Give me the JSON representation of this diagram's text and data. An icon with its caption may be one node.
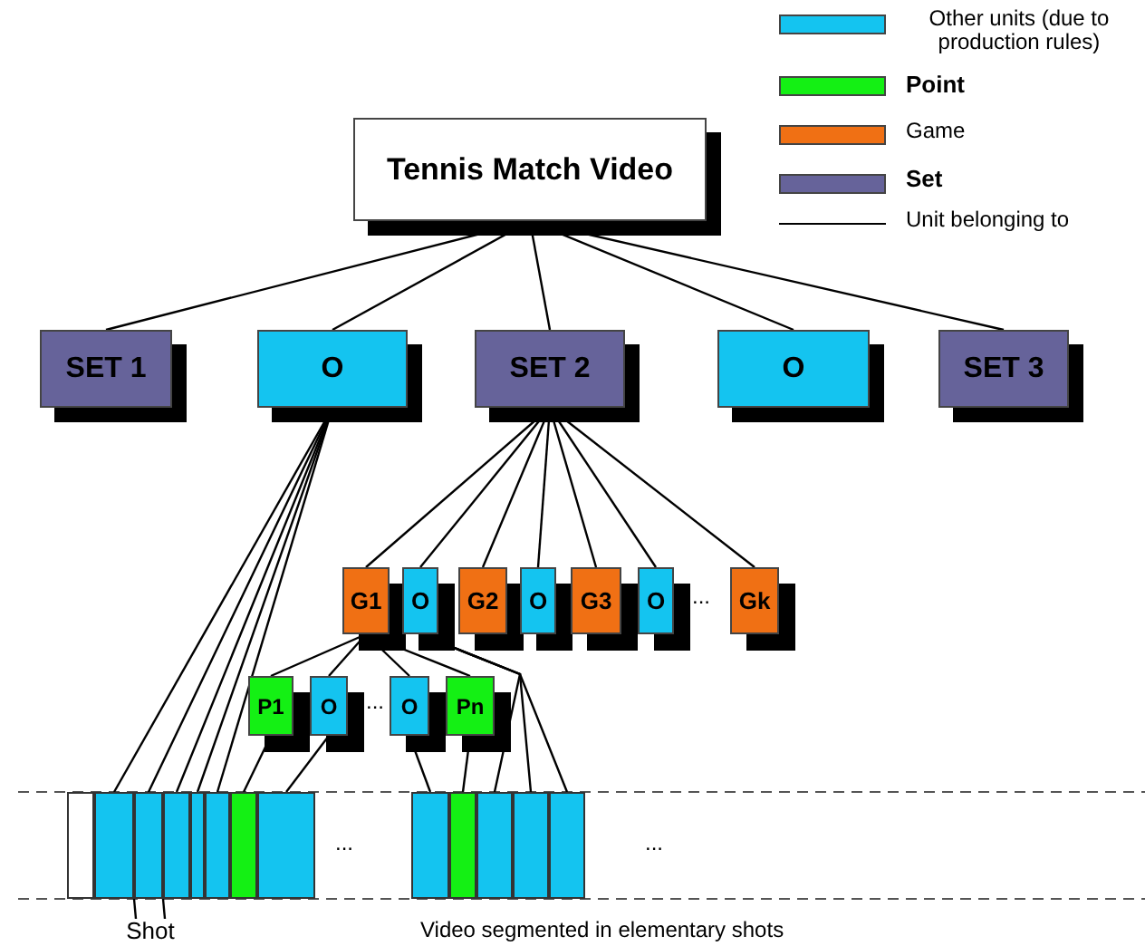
{
  "diagram": {
    "nodes": [
      {
        "text": [
          "Tennis Match Video"
        ]
      },
      {
        "text": [
          "SET 1"
        ]
      },
      {
        "text": [
          "O"
        ]
      },
      {
        "text": [
          "SET 2"
        ]
      },
      {
        "text": [
          "O"
        ]
      },
      {
        "text": [
          "SET 3"
        ]
      },
      {
        "text": [
          "G1"
        ]
      },
      {
        "text": [
          "O"
        ]
      },
      {
        "text": [
          "G2"
        ]
      },
      {
        "text": [
          "O"
        ]
      },
      {
        "text": [
          "G3"
        ]
      },
      {
        "text": [
          "O"
        ]
      },
      {
        "text": [
          "Gk"
        ]
      },
      {
        "text": [
          "P1"
        ]
      },
      {
        "text": [
          "O"
        ]
      },
      {
        "text": [
          "O"
        ]
      },
      {
        "text": [
          "Pn"
        ]
      },
      {
        "text": [],
        "shape": "box"
      },
      {
        "text": [],
        "shape": "box"
      },
      {
        "text": [],
        "shape": "box"
      },
      {
        "text": [],
        "shape": "box"
      },
      {
        "text": [],
        "shape": "box"
      },
      {
        "text": [],
        "shape": "box"
      },
      {
        "text": [],
        "shape": "box"
      },
      {
        "text": [],
        "shape": "box"
      },
      {
        "text": [],
        "shape": "box"
      },
      {
        "text": [],
        "shape": "box"
      },
      {
        "text": [],
        "shape": "box"
      },
      {
        "text": [],
        "shape": "box"
      },
      {
        "text": [],
        "shape": "box"
      },
      {
        "text": [
          "Shot"
        ]
      }
    ],
    "edges": [
      {
        "from": 0,
        "to": 1,
        "arrow": "none"
      },
      {
        "from": 0,
        "to": 2,
        "arrow": "none"
      },
      {
        "from": 0,
        "to": 3,
        "arrow": "none"
      },
      {
        "from": 0,
        "to": 4,
        "arrow": "none"
      },
      {
        "from": 0,
        "to": 5,
        "arrow": "none"
      },
      {
        "from": 2,
        "to": 18,
        "arrow": "none"
      },
      {
        "from": 2,
        "to": 19,
        "arrow": "none"
      },
      {
        "from": 2,
        "to": 20,
        "arrow": "none"
      },
      {
        "from": 2,
        "to": 21,
        "arrow": "none"
      },
      {
        "from": 2,
        "to": 22,
        "arrow": "none"
      },
      {
        "from": 13,
        "to": 23,
        "arrow": "none"
      },
      {
        "from": 14,
        "to": 24,
        "arrow": "none"
      },
      {
        "from": 15,
        "to": 25,
        "arrow": "none"
      },
      {
        "from": 16,
        "to": 26,
        "arrow": "none"
      },
      {
        "from": 7,
        "to": 27,
        "arrow": "none"
      },
      {
        "from": 7,
        "to": 28,
        "arrow": "none"
      },
      {
        "from": 7,
        "to": 29,
        "arrow": "none"
      },
      {
        "from": 3,
        "to": 6,
        "arrow": "none"
      },
      {
        "from": 3,
        "to": 7,
        "arrow": "none"
      },
      {
        "from": 3,
        "to": 8,
        "arrow": "none"
      },
      {
        "from": 3,
        "to": 9,
        "arrow": "none"
      },
      {
        "from": 3,
        "to": 10,
        "arrow": "none"
      },
      {
        "from": 3,
        "to": 11,
        "arrow": "none"
      },
      {
        "from": 3,
        "to": 12,
        "arrow": "none"
      },
      {
        "from": 6,
        "to": 13,
        "arrow": "none"
      },
      {
        "from": 6,
        "to": 14,
        "arrow": "none"
      },
      {
        "from": 6,
        "to": 15,
        "arrow": "none"
      },
      {
        "from": 6,
        "to": 16,
        "arrow": "none"
      },
      {
        "from": 30,
        "to": 19,
        "arrow": "none"
      },
      {
        "from": 30,
        "to": 19,
        "arrow": "none"
      }
    ],
    "labels": [
      "...",
      "...",
      "...",
      "...",
      "Video segmented in elementary shots"
    ],
    "legend": [
      {
        "text": "Other units (due to production rules)",
        "color": "#14c4f0"
      },
      {
        "text": "Point",
        "color": "#14f014"
      },
      {
        "text": "Game",
        "color": "#f07014"
      },
      {
        "text": "Set",
        "color": "#66639a"
      },
      {
        "text": "Unit belonging to"
      }
    ]
  }
}
